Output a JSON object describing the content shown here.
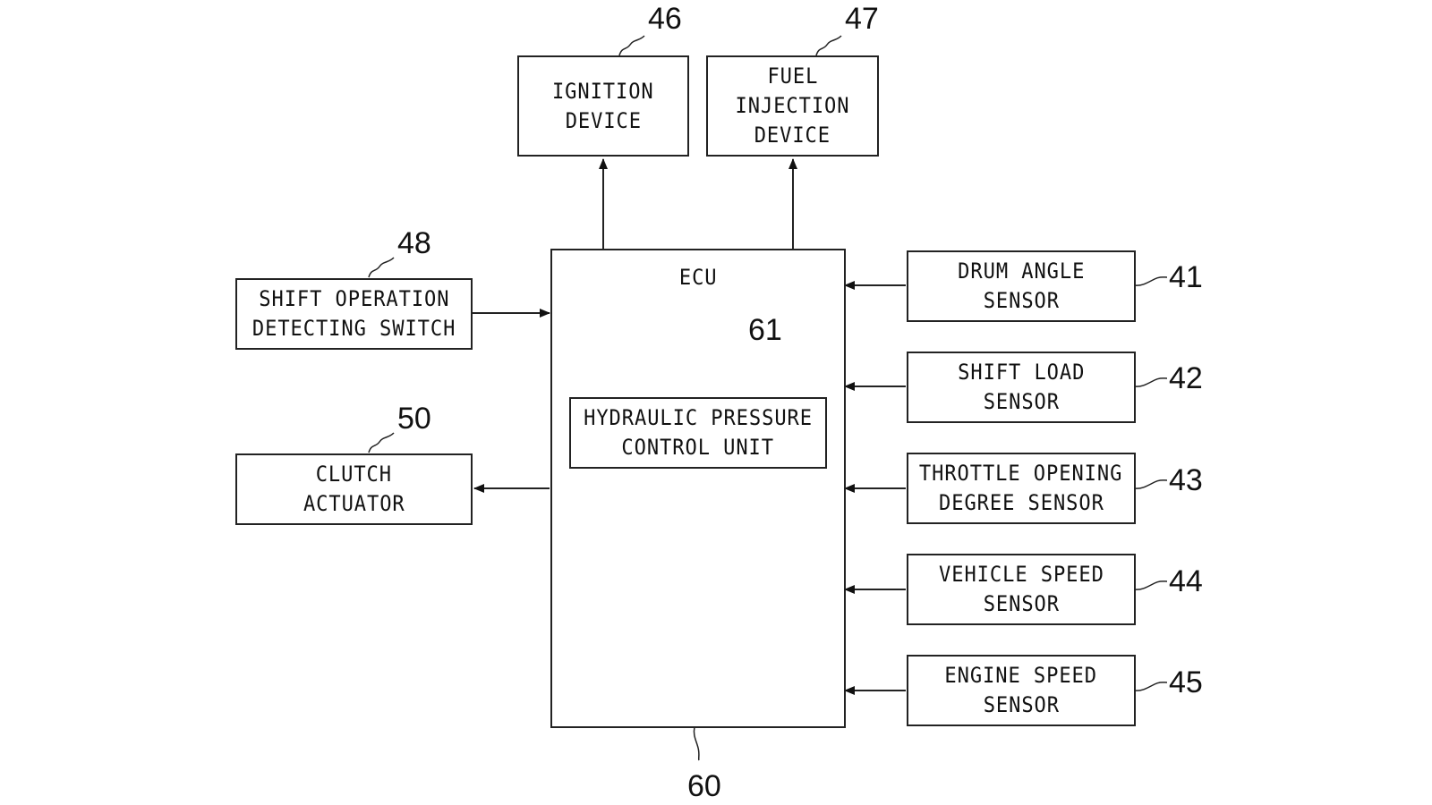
{
  "diagram": {
    "ecu": {
      "label": "ECU",
      "ref": "60"
    },
    "hydraulic_unit": {
      "line1": "HYDRAULIC PRESSURE",
      "line2": "CONTROL UNIT",
      "ref": "61"
    },
    "outputs_top": [
      {
        "line1": "IGNITION",
        "line2": "DEVICE",
        "line3": "",
        "ref": "46"
      },
      {
        "line1": "FUEL",
        "line2": "INJECTION",
        "line3": "DEVICE",
        "ref": "47"
      }
    ],
    "left_blocks": [
      {
        "line1": "SHIFT OPERATION",
        "line2": "DETECTING SWITCH",
        "ref": "48",
        "direction": "input"
      },
      {
        "line1": "CLUTCH",
        "line2": "ACTUATOR",
        "ref": "50",
        "direction": "output"
      }
    ],
    "sensors": [
      {
        "line1": "DRUM ANGLE",
        "line2": "SENSOR",
        "ref": "41"
      },
      {
        "line1": "SHIFT LOAD",
        "line2": "SENSOR",
        "ref": "42"
      },
      {
        "line1": "THROTTLE OPENING",
        "line2": "DEGREE SENSOR",
        "ref": "43"
      },
      {
        "line1": "VEHICLE SPEED",
        "line2": "SENSOR",
        "ref": "44"
      },
      {
        "line1": "ENGINE SPEED",
        "line2": "SENSOR",
        "ref": "45"
      }
    ]
  }
}
